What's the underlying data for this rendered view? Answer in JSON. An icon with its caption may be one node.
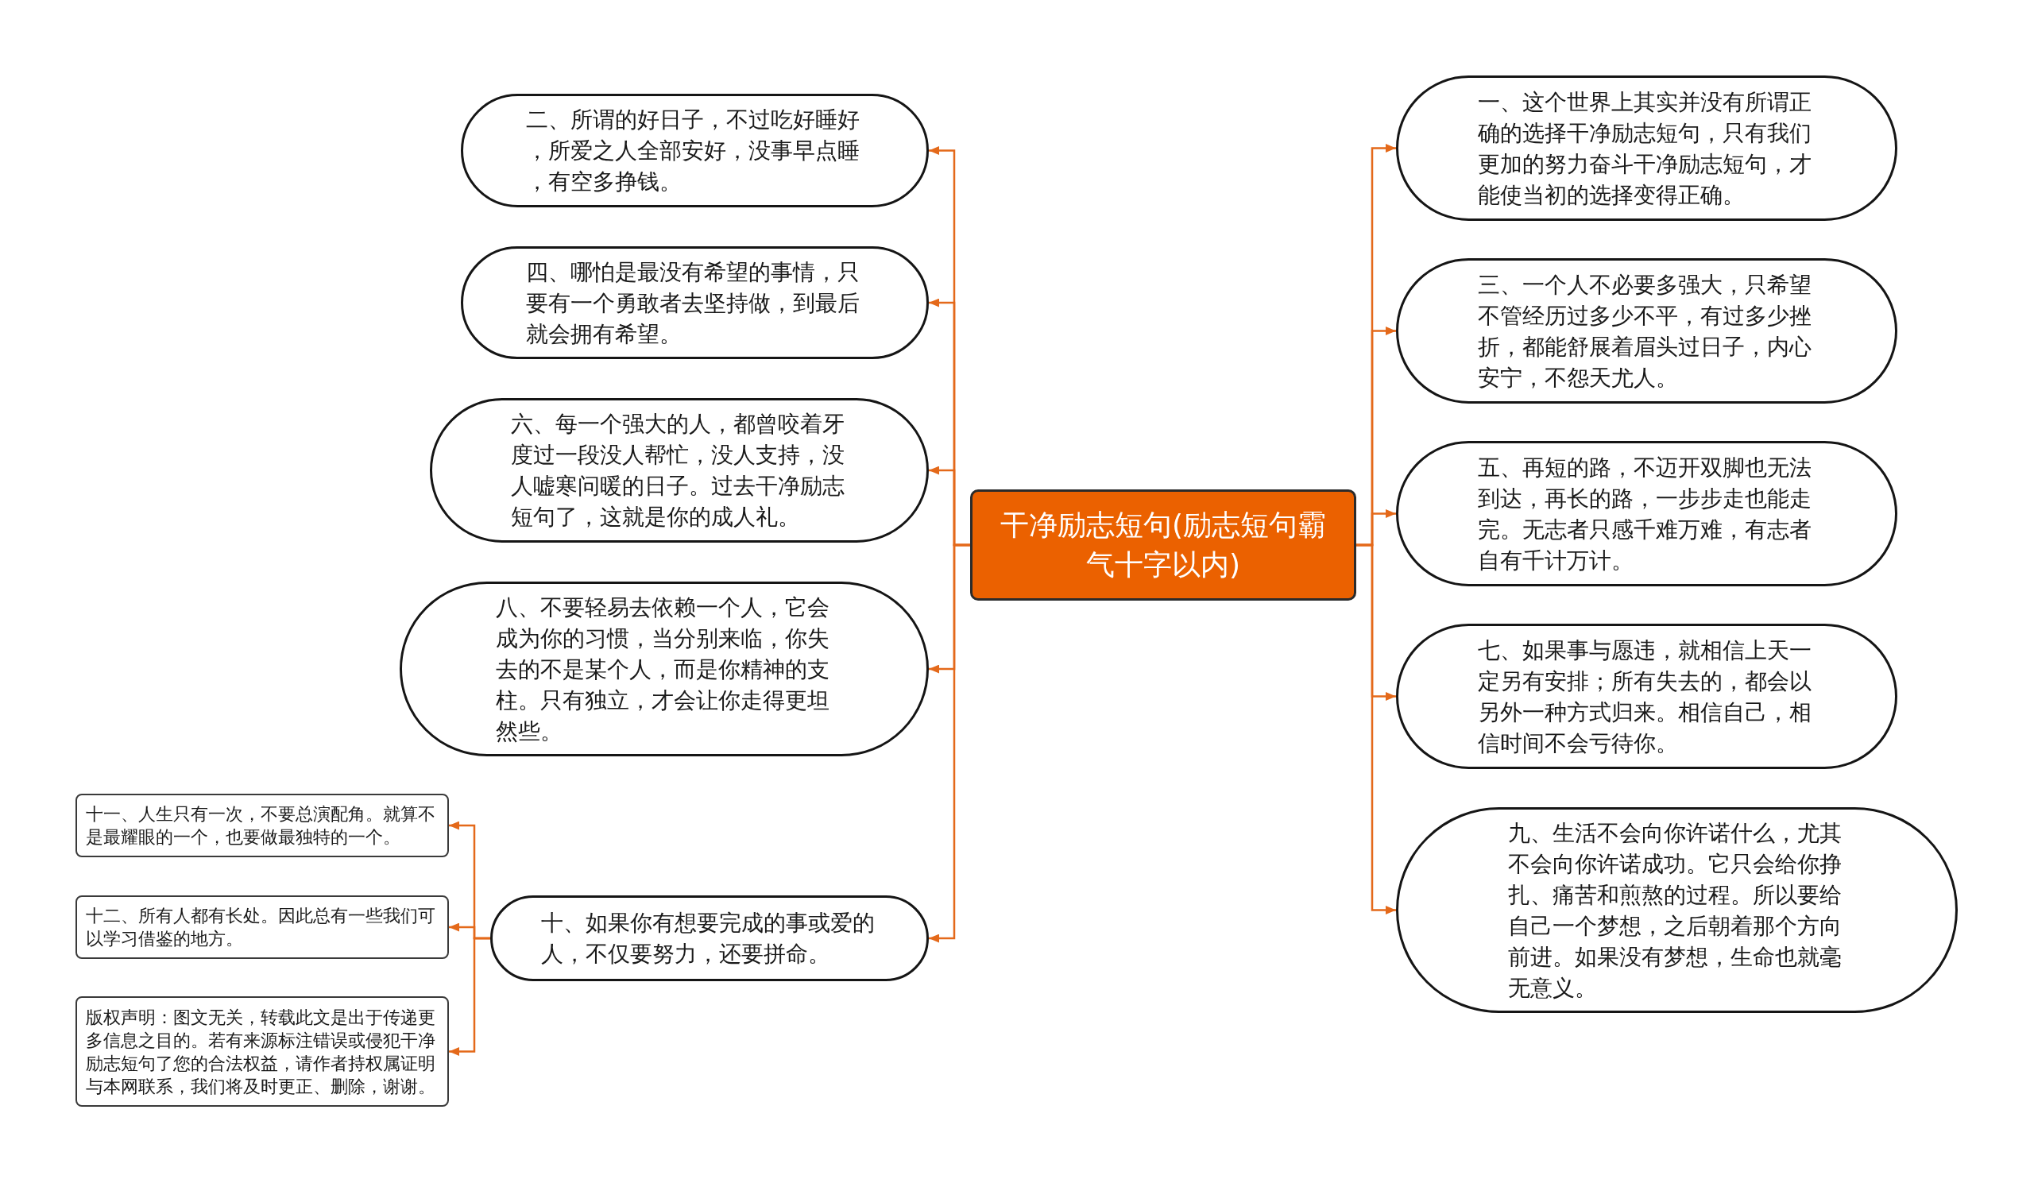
{
  "diagram": {
    "nodes": [
      {
        "text": [
          "干净励志短句(励志短句霸气十字以内)"
        ]
      },
      {
        "text": [
          "一、这个世界上其实并没有所谓正确的选择干净励志短句，只有我们更加的努力奋斗干净励志短句，才能使当初的选择变得正确。"
        ]
      },
      {
        "text": [
          "二、所谓的好日子，不过吃好睡好，所爱之人全部安好，没事早点睡，有空多挣钱。"
        ]
      },
      {
        "text": [
          "三、一个人不必要多强大，只希望不管经历过多少不平，有过多少挫折，都能舒展着眉头过日子，内心安宁，不怨天尤人。"
        ]
      },
      {
        "text": [
          "四、哪怕是最没有希望的事情，只要有一个勇敢者去坚持做，到最后就会拥有希望。"
        ]
      },
      {
        "text": [
          "五、再短的路，不迈开双脚也无法到达，再长的路，一步步走也能走完。无志者只感千难万难，有志者自有千计万计。"
        ]
      },
      {
        "text": [
          "六、每一个强大的人，都曾咬着牙度过一段没人帮忙，没人支持，没人嘘寒问暖的日子。过去干净励志短句了，这就是你的成人礼。"
        ]
      },
      {
        "text": [
          "七、如果事与愿违，就相信上天一定另有安排；所有失去的，都会以另外一种方式归来。相信自己，相信时间不会亏待你。"
        ]
      },
      {
        "text": [
          "八、不要轻易去依赖一个人，它会成为你的习惯，当分别来临，你失去的不是某个人，而是你精神的支柱。只有独立，才会让你走得更坦然些。"
        ]
      },
      {
        "text": [
          "九、生活不会向你许诺什么，尤其不会向你许诺成功。它只会给你挣扎、痛苦和煎熬的过程。所以要给自己一个梦想，之后朝着那个方向前进。如果没有梦想，生命也就毫无意义。"
        ]
      },
      {
        "text": [
          "十、如果你有想要完成的事或爱的人，不仅要努力，还要拼命。"
        ]
      },
      {
        "text": [
          "十一、人生只有一次，不要总演配角。就算不是最耀眼的一个，也要做最独特的一个。"
        ]
      },
      {
        "text": [
          "十二、所有人都有长处。因此总有一些我们可以学习借鉴的地方。"
        ]
      },
      {
        "text": [
          "版权声明：图文无关，转载此文是出于传递更多信息之目的。若有来源标注错误或侵犯干净励志短句了您的合法权益，请作者持权属证明与本网联系，我们将及时更正、删除，谢谢。"
        ]
      }
    ],
    "edges": [
      {
        "from": 0,
        "to": 1,
        "arrow": "to"
      },
      {
        "from": 0,
        "to": 2,
        "arrow": "to"
      },
      {
        "from": 0,
        "to": 3,
        "arrow": "to"
      },
      {
        "from": 0,
        "to": 4,
        "arrow": "to"
      },
      {
        "from": 0,
        "to": 5,
        "arrow": "to"
      },
      {
        "from": 0,
        "to": 6,
        "arrow": "to"
      },
      {
        "from": 0,
        "to": 7,
        "arrow": "to"
      },
      {
        "from": 0,
        "to": 8,
        "arrow": "to"
      },
      {
        "from": 0,
        "to": 9,
        "arrow": "to"
      },
      {
        "from": 0,
        "to": 10,
        "arrow": "to"
      },
      {
        "from": 10,
        "to": 11,
        "arrow": "to"
      },
      {
        "from": 10,
        "to": 12,
        "arrow": "to"
      },
      {
        "from": 10,
        "to": 13,
        "arrow": "to"
      }
    ]
  }
}
